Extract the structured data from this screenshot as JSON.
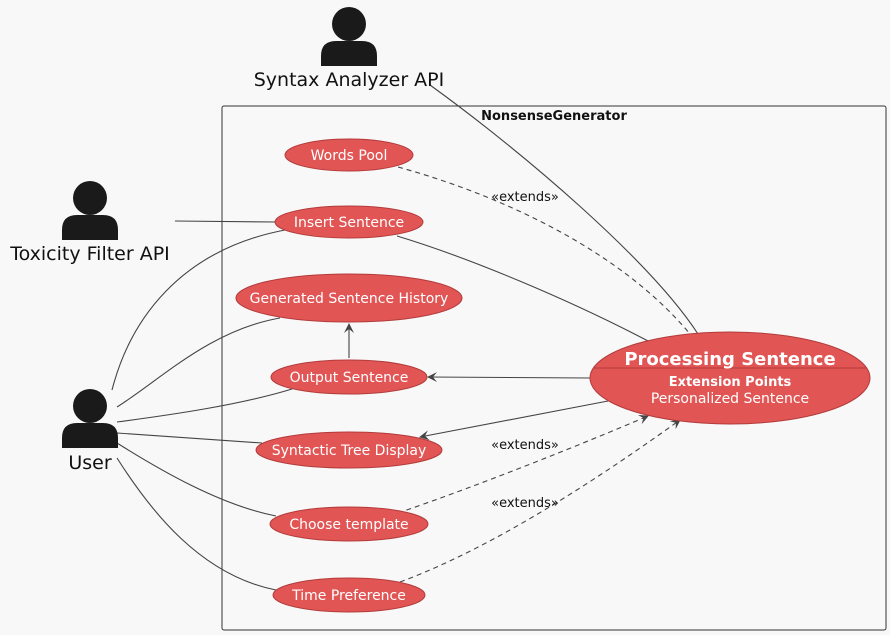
{
  "system": {
    "title": "NonsenseGenerator"
  },
  "actors": {
    "syntax_api": "Syntax Analyzer API",
    "toxicity_api": "Toxicity Filter API",
    "user": "User"
  },
  "usecases": {
    "words_pool": "Words Pool",
    "insert_sentence": "Insert Sentence",
    "generated_history": "Generated Sentence History",
    "output_sentence": "Output Sentence",
    "syntactic_tree": "Syntactic Tree Display",
    "choose_template": "Choose template",
    "time_preference": "Time Preference"
  },
  "processing": {
    "title": "Processing Sentence",
    "extension_heading": "Extension Points",
    "extension_point": "Personalized Sentence"
  },
  "relations": {
    "extends_1": "«extends»",
    "extends_2": "«extends»",
    "extends_3": "«extends»"
  },
  "colors": {
    "usecase_fill": "#e25555",
    "usecase_stroke": "#b33b3b",
    "actor_fill": "#1a1a1a",
    "line": "#444444",
    "background": "#f8f8f8"
  }
}
